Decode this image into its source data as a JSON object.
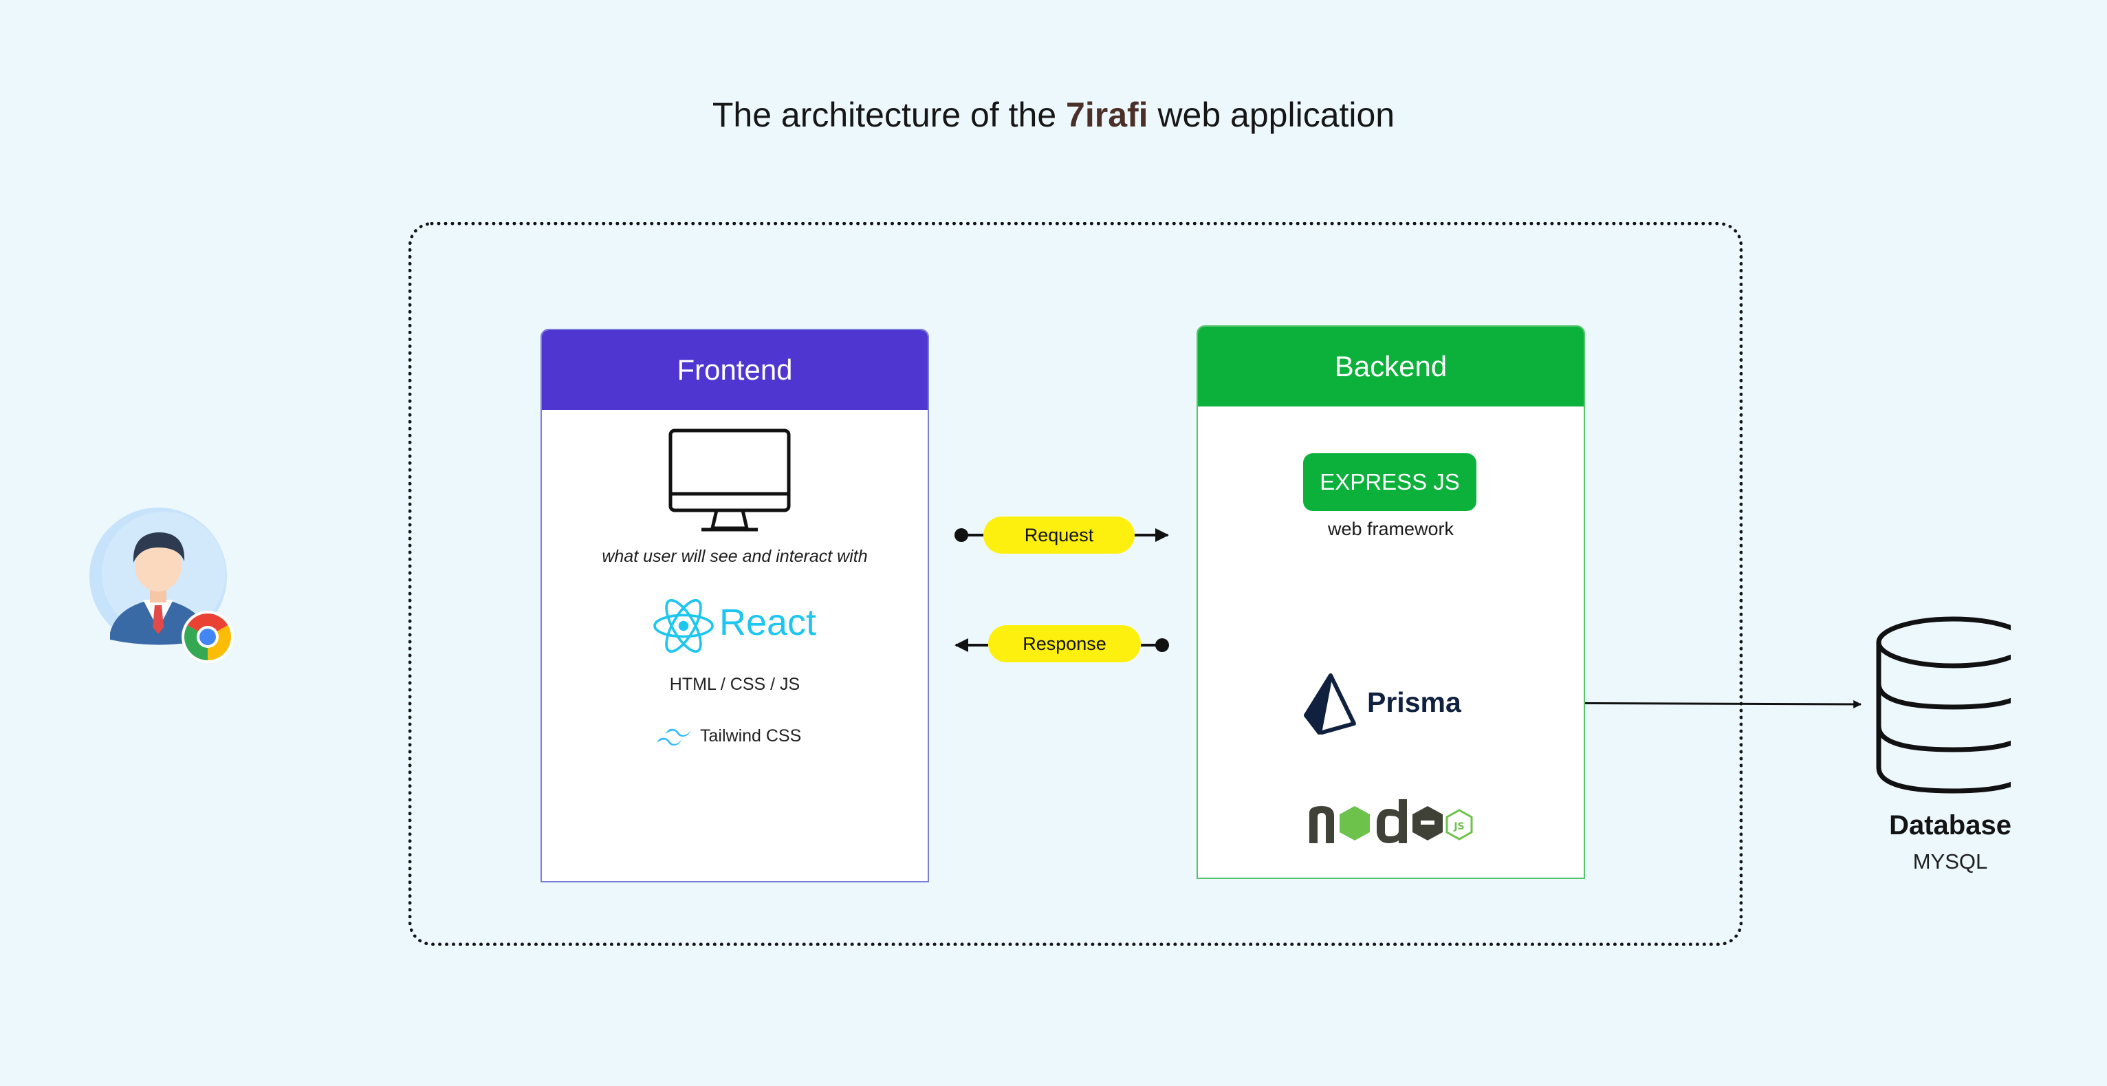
{
  "title": {
    "prefix": "The architecture of the ",
    "brand": "7irafi",
    "suffix": " web application"
  },
  "frontend": {
    "header": "Frontend",
    "icon": "monitor-icon",
    "description": "what user will see and interact with",
    "framework": "React",
    "languages": "HTML / CSS / JS",
    "styling": "Tailwind CSS"
  },
  "connections": {
    "request_label": "Request",
    "response_label": "Response"
  },
  "backend": {
    "header": "Backend",
    "framework_badge": "EXPRESS JS",
    "framework_caption": "web framework",
    "orm": "Prisma",
    "runtime_logo": "node-js-logo"
  },
  "user": {
    "icon": "user-avatar-icon",
    "browser_icon": "chrome-icon"
  },
  "database": {
    "label": "Database",
    "engine": "MYSQL",
    "icon": "database-icon"
  },
  "colors": {
    "background": "#edf8fd",
    "frontend_header": "#4f36d1",
    "backend_header": "#0cb13b",
    "pill": "#fdf00e",
    "react": "#1dc6ef",
    "tailwind": "#38bdf8",
    "prisma": "#10213f"
  }
}
